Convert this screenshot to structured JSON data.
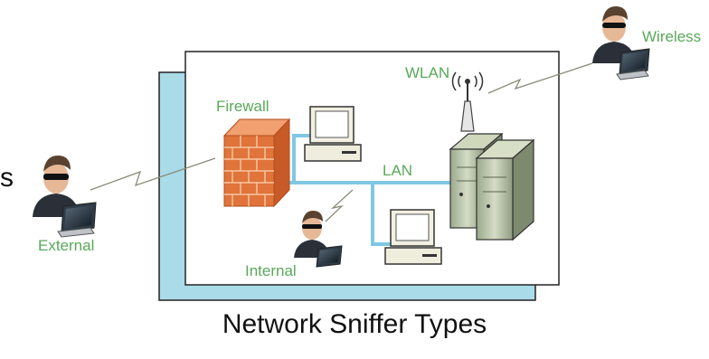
{
  "labels": {
    "firewall": "Firewall",
    "wlan": "WLAN",
    "lan": "LAN",
    "wireless": "Wireless",
    "external": "External",
    "internal": "Internal"
  },
  "caption": "Network Sniffer Types",
  "left_fragment": "s",
  "icons": [
    "firewall-icon",
    "desktop-computer-icon",
    "server-icon",
    "wireless-antenna-icon",
    "hacker-icon"
  ],
  "colors": {
    "panel_bg": "#a9dbe8",
    "label_green": "#5aa85a",
    "network_line": "#7fc7e3",
    "firewall_brick": "#e0743a"
  }
}
